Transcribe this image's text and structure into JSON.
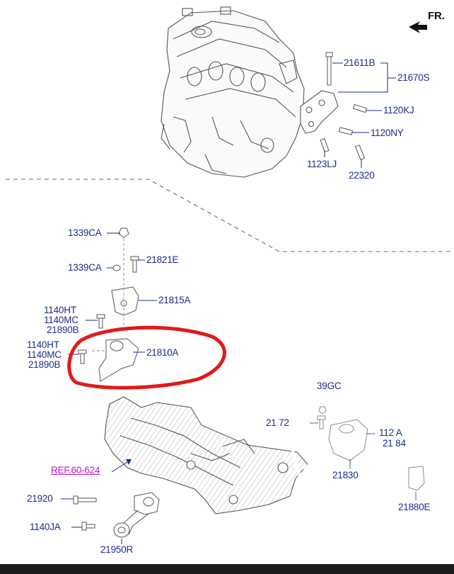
{
  "direction_label": "FR.",
  "reference_label": "REF.60-624",
  "part_labels": {
    "p21611B": "21611B",
    "p21670S": "21670S",
    "p1120KJ": "1120KJ",
    "p1120NY": "1120NY",
    "p1123LJ": "1123LJ",
    "p22320": "22320",
    "p1339CA_top": "1339CA",
    "p1339CA_2": "1339CA",
    "p21821E": "21821E",
    "p21815A": "21815A",
    "p1140HT_a": "1140HT",
    "p1140MC_a": "1140MC",
    "p21890B_a": "21890B",
    "p1140HT_b": "1140HT",
    "p1140MC_b": "1140MC",
    "p21890B_b": "21890B",
    "p21810A": "21810A",
    "p39GC": "39GC",
    "p21x72": "21  72",
    "p112xA": "112  A",
    "p21x84": "21  84",
    "p21830": "21830",
    "p21880E": "21880E",
    "p21920": "21920",
    "p1140JA": "1140JA",
    "p21950R": "21950R"
  },
  "colors": {
    "label": "#1a2e8c",
    "reference": "#c21ac2",
    "highlight_circle": "#e01b1b",
    "line_art": "#555555",
    "dashed_line": "#6b6b6b"
  }
}
